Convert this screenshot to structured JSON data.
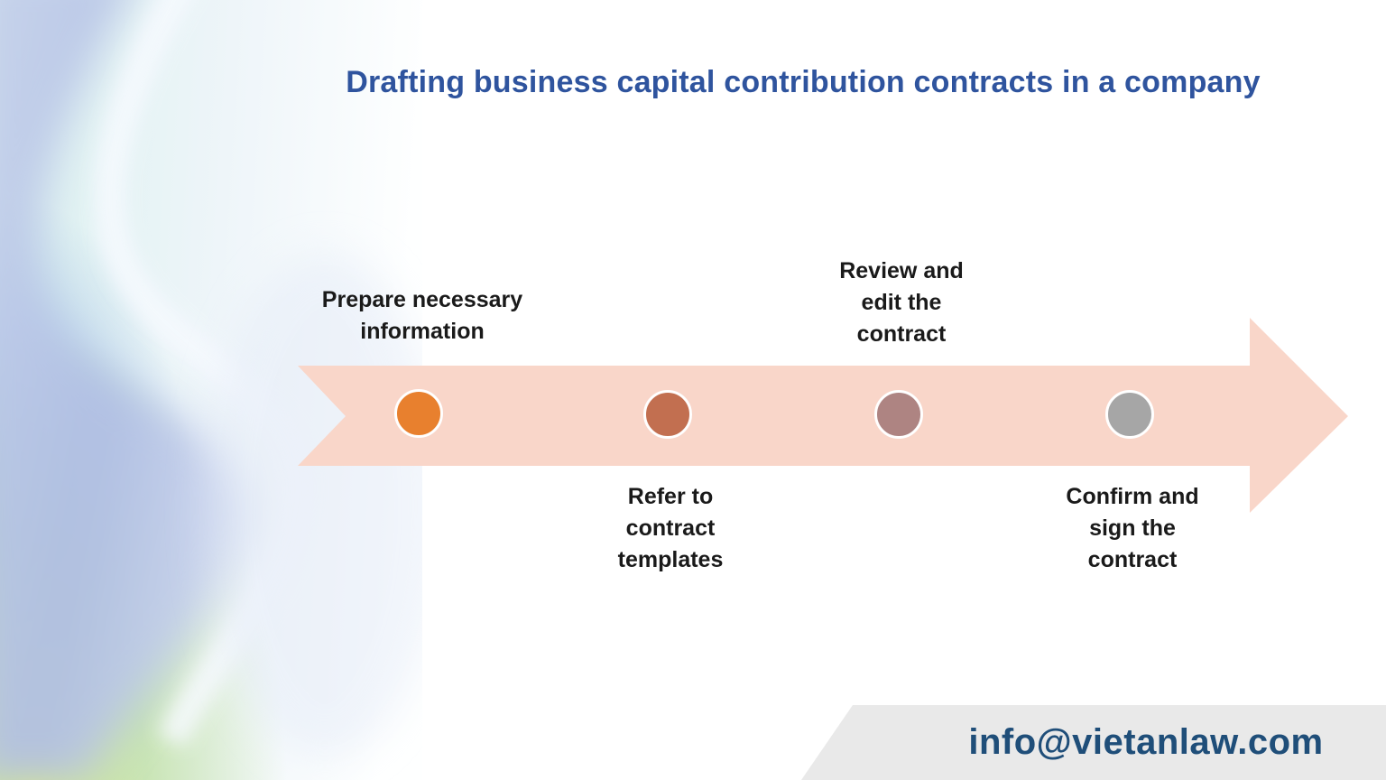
{
  "title": {
    "text": "Drafting business capital contribution contracts in a company",
    "color": "#2F549E"
  },
  "process": {
    "arrow_color": "#F9D6C9",
    "steps": [
      {
        "label": "Prepare necessary\ninformation",
        "dot_color": "#E8802E",
        "label_position": "above"
      },
      {
        "label": "Refer to\ncontract\ntemplates",
        "dot_color": "#C26F50",
        "label_position": "below"
      },
      {
        "label": "Review and\nedit the\ncontract",
        "dot_color": "#AE8482",
        "label_position": "above"
      },
      {
        "label": "Confirm and\nsign the\ncontract",
        "dot_color": "#A6A6A6",
        "label_position": "below"
      }
    ]
  },
  "footer": {
    "email": "info@vietanlaw.com",
    "bg_color": "#E9E9E9",
    "text_color": "#1F4E79"
  }
}
